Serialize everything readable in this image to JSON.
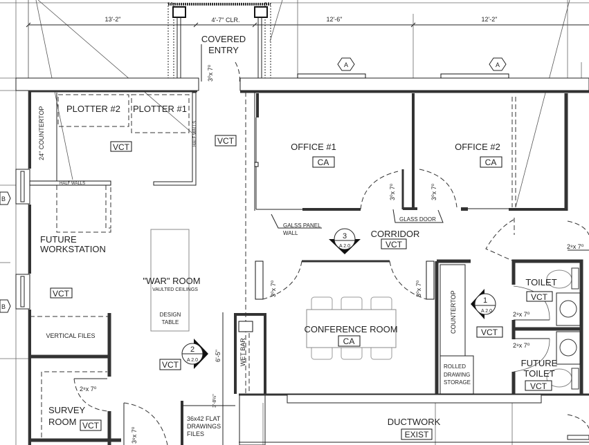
{
  "dimensions": {
    "d1": "13'-2\"",
    "d2": "4'-7\" CLR.",
    "d3": "12'-6\"",
    "d4": "12'-2\"",
    "d5": "6'-5\"",
    "d6": "3'-8½\""
  },
  "grid_markers": {
    "a1": "A",
    "a2": "A",
    "b1": "B",
    "b2": "B"
  },
  "rooms": {
    "covered_entry": [
      "COVERED",
      "ENTRY"
    ],
    "plotter2": "PLOTTER #2",
    "plotter1": "PLOTTER #1",
    "office1": "OFFICE #1",
    "office2": "OFFICE #2",
    "future_workstation": [
      "FUTURE",
      "WORKSTATION"
    ],
    "war_room": "\"WAR\" ROOM",
    "war_room_note": "VAULTED CEILINGS",
    "design_table": [
      "DESIGN",
      "TABLE"
    ],
    "corridor": "CORRIDOR",
    "conference": "CONFERENCE ROOM",
    "toilet": "TOILET",
    "future_toilet": [
      "FUTURE",
      "TOILET"
    ],
    "survey_room": [
      "SURVEY",
      "ROOM"
    ],
    "ductwork": "DUCTWORK",
    "vertical_files": "VERTICAL FILES",
    "rolled_storage": [
      "ROLLED",
      "DRAWING",
      "STORAGE"
    ],
    "flat_files": [
      "36x42 FLAT",
      "DRAWINGS",
      "FILES"
    ],
    "wet_bar": "WET BAR",
    "countertop": "COUNTERTOP",
    "countertop_24": "24\" COUNTERTOP",
    "half_walls": "HALF WALLS",
    "glass_panel": [
      "GALSS PANEL",
      "WALL"
    ],
    "glass_door": "GLASS DOOR"
  },
  "finish_tags": {
    "vct": "VCT",
    "ca": "CA",
    "exist": "EXIST"
  },
  "doors": {
    "d30x70": "3⁰x 7⁰",
    "d28x70": "2⁸x 7⁰",
    "d36x70": "3⁶x 7⁰"
  },
  "section_markers": [
    {
      "num": "3",
      "sheet": "A 2.0"
    },
    {
      "num": "1",
      "sheet": "A 2.0"
    },
    {
      "num": "2",
      "sheet": "A 2.0"
    }
  ]
}
